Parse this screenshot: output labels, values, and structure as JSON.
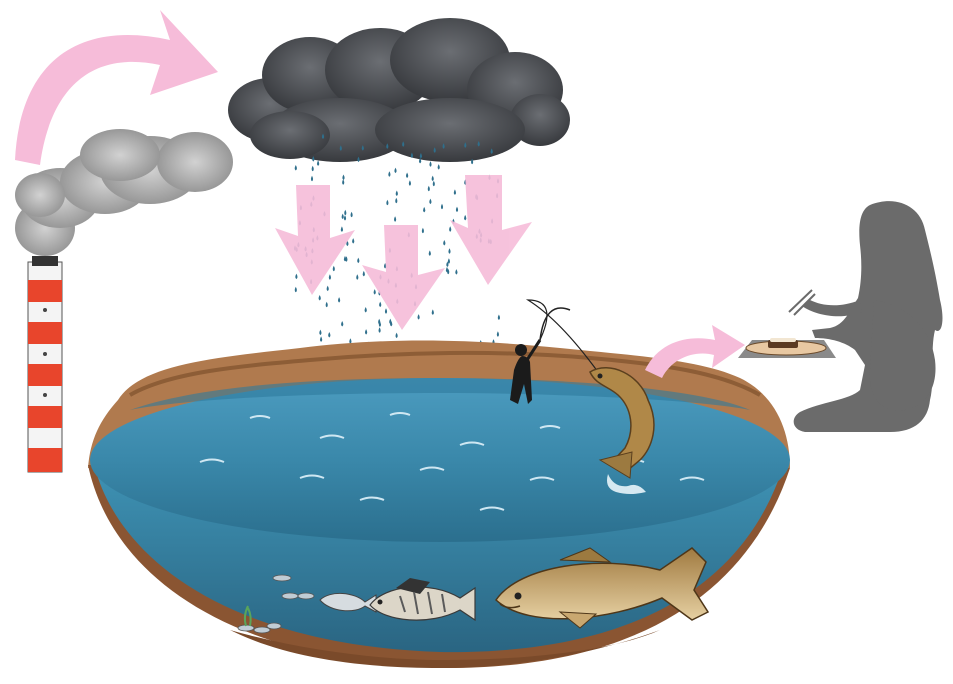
{
  "diagram": {
    "stages": [
      {
        "name": "smokestack-emission",
        "icon": "smokestack-icon"
      },
      {
        "name": "storm-cloud-rain",
        "icon": "rain-cloud-icon"
      },
      {
        "name": "lake-ecosystem",
        "icon": "lake-icon"
      },
      {
        "name": "fish-food-chain",
        "icon": "fish-icon"
      },
      {
        "name": "angler-catch",
        "icon": "angler-icon"
      },
      {
        "name": "human-consumption",
        "icon": "pregnant-woman-eating-icon"
      }
    ],
    "arrow_color": "#f6bcd9",
    "colors": {
      "smoke": "#8a8a8a",
      "cloud": "#4a4c50",
      "water": "#3f8fae",
      "deep_water": "#2f6f8c",
      "soil": "#b07a4e",
      "stack_red": "#e8452c",
      "silhouette": "#6b6b6b"
    }
  }
}
